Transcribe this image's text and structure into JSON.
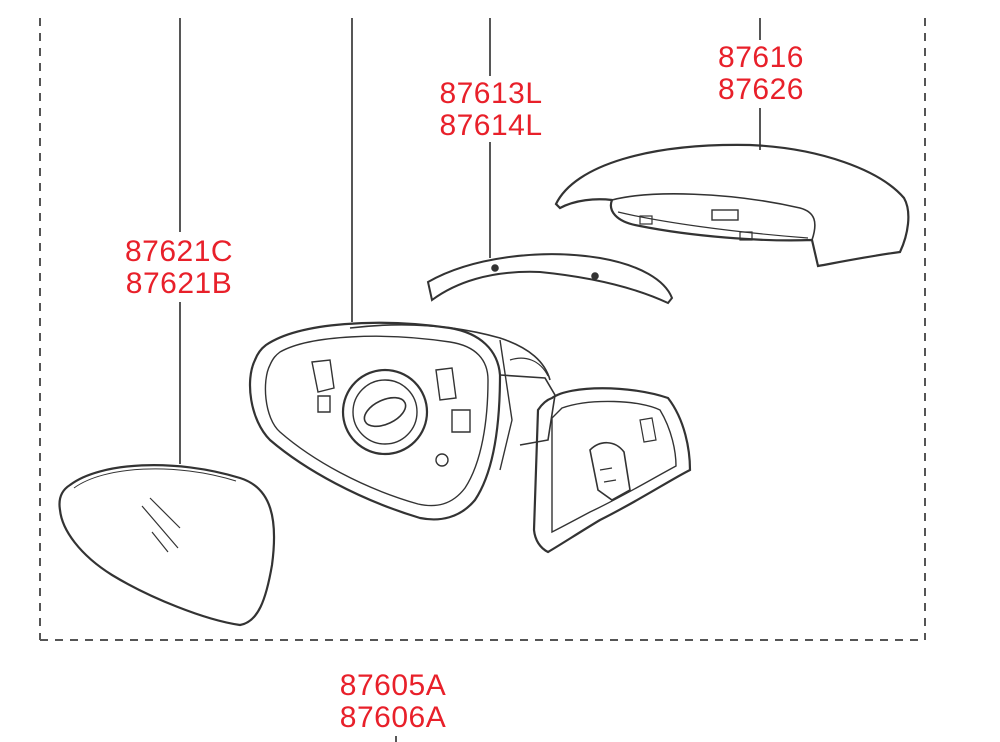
{
  "diagram": {
    "callouts": {
      "mirror_glass": [
        "87621C",
        "87621B"
      ],
      "garnish_strip": [
        "87613L",
        "87614L"
      ],
      "scalp_cover": [
        "87616",
        "87626"
      ],
      "mirror_assembly": [
        "87605A",
        "87606A"
      ]
    },
    "colors": {
      "label": "#e8202a",
      "line": "#444444",
      "background": "#ffffff"
    }
  }
}
